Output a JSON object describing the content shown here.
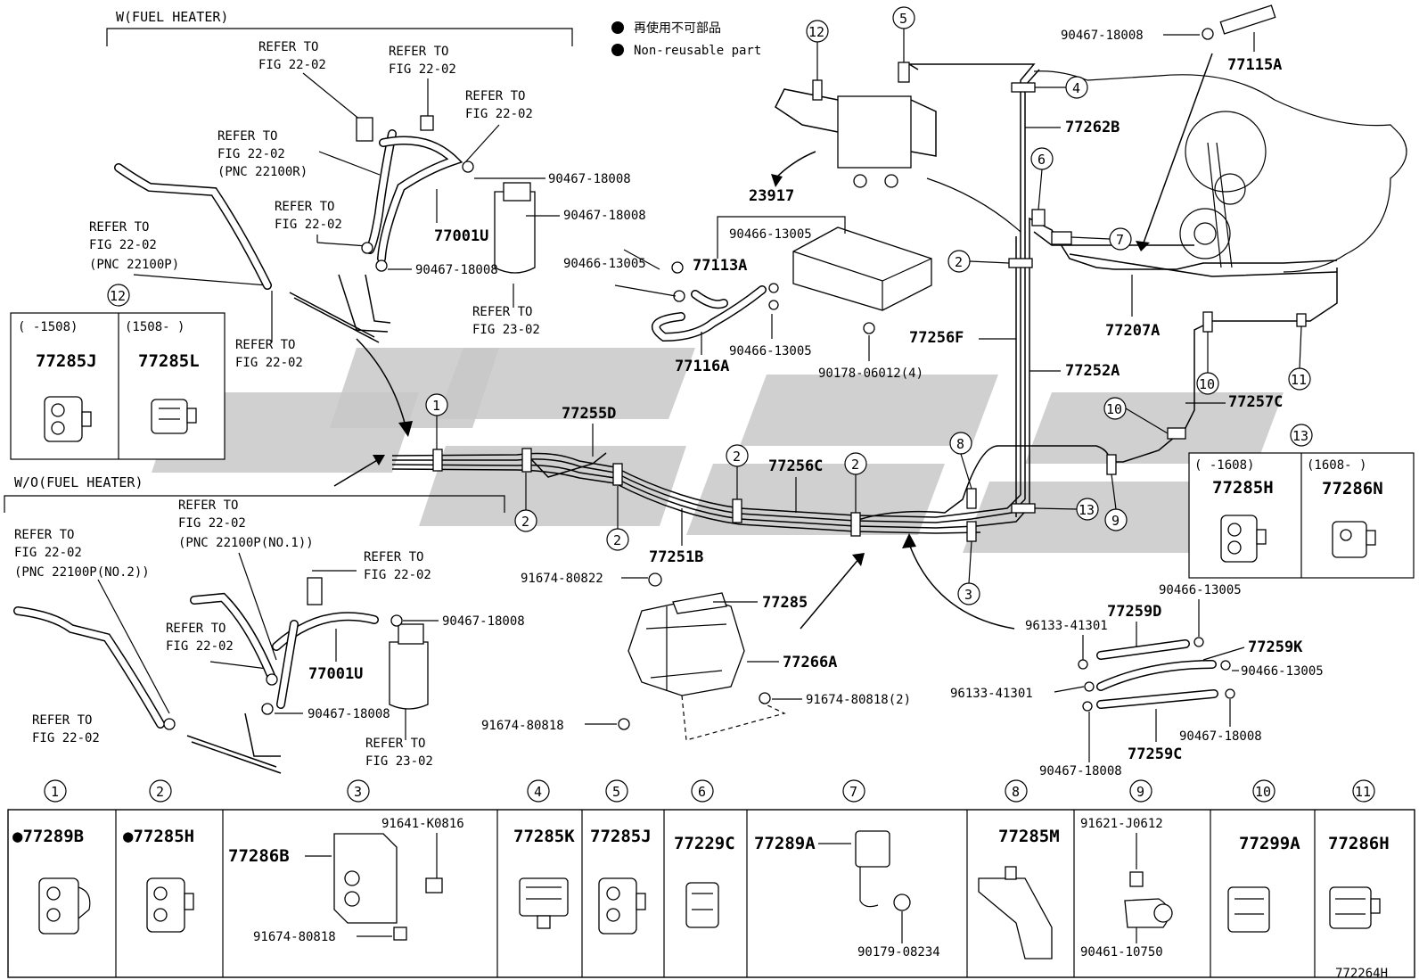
{
  "legend": {
    "jp": "再使用不可部品",
    "en": "Non-reusable part"
  },
  "sections": {
    "with_heater": "W(FUEL HEATER)",
    "without_heater": "W/O(FUEL HEATER)"
  },
  "refs": {
    "r1": [
      "REFER TO",
      "FIG 22-02"
    ],
    "r2": [
      "REFER TO",
      "FIG 22-02"
    ],
    "r3": [
      "REFER TO",
      "FIG 22-02"
    ],
    "r4": [
      "REFER TO",
      "FIG 22-02",
      "(PNC 22100R)"
    ],
    "r5": [
      "REFER TO",
      "FIG 22-02"
    ],
    "r6": [
      "REFER TO",
      "FIG 22-02",
      "(PNC 22100P)"
    ],
    "r7": [
      "REFER TO",
      "FIG 22-02"
    ],
    "r8": [
      "REFER TO",
      "FIG 23-02"
    ],
    "r9": [
      "REFER TO",
      "FIG 22-02",
      "(PNC 22100P(NO.1))"
    ],
    "r10": [
      "REFER TO",
      "FIG 22-02",
      "(PNC 22100P(NO.2))"
    ],
    "r11": [
      "REFER TO",
      "FIG 22-02"
    ],
    "r12": [
      "REFER TO",
      "FIG 22-02"
    ],
    "r13": [
      "REFER TO",
      "FIG 22-02"
    ],
    "r14": [
      "REFER TO",
      "FIG 23-02"
    ]
  },
  "labels": {
    "p90467a": "90467-18008",
    "p90467b": "90467-18008",
    "p90467c": "90467-18008",
    "p77001u_top": "77001U",
    "p77113a": "77113A",
    "p90466a": "90466-13005",
    "p90466b": "90466-13005",
    "p90466c": "90466-13005",
    "p23917": "23917",
    "p77116a": "77116A",
    "p90178": "90178-06012(4)",
    "p90467_top": "90467-18008",
    "p77115a": "77115A",
    "p77262b": "77262B",
    "p77207a": "77207A",
    "p77256f": "77256F",
    "p77252a": "77252A",
    "p77257c": "77257C",
    "p77255d": "77255D",
    "p77256c": "77256C",
    "p77251b": "77251B",
    "p91674_80822": "91674-80822",
    "p77285": "77285",
    "p77266a": "77266A",
    "p91674_80818_2": "91674-80818(2)",
    "p91674_80818": "91674-80818",
    "p90467_w1": "90467-18008",
    "p90467_w2": "90467-18008",
    "p77001u_low": "77001U",
    "p96133a": "96133-41301",
    "p96133b": "96133-41301",
    "p77259d": "77259D",
    "p90466_r1": "90466-13005",
    "p77259k": "77259K",
    "p90466_r2": "90466-13005",
    "p90467_r1": "90467-18008",
    "p90467_r2": "90467-18008",
    "p77259c": "77259C"
  },
  "callouts": [
    "1",
    "2",
    "3",
    "4",
    "5",
    "6",
    "7",
    "8",
    "9",
    "10",
    "11",
    "12",
    "13"
  ],
  "box12": {
    "num": "12",
    "col1": {
      "range": "(    -1508)",
      "part": "77285J"
    },
    "col2": {
      "range": "(1508-    )",
      "part": "77285L"
    }
  },
  "box13": {
    "num": "13",
    "col1": {
      "range": "(    -1608)",
      "part": "77285H"
    },
    "col2": {
      "range": "(1608-    )",
      "part": "77286N"
    }
  },
  "table": [
    {
      "num": "1",
      "part": "●77289B"
    },
    {
      "num": "2",
      "part": "●77285H"
    },
    {
      "num": "3",
      "part": "77286B",
      "sub1": "91641-K0816",
      "sub2": "91674-80818"
    },
    {
      "num": "4",
      "part": "77285K"
    },
    {
      "num": "5",
      "part": "77285J"
    },
    {
      "num": "6",
      "part": "77229C"
    },
    {
      "num": "7",
      "part": "77289A",
      "sub1": "90179-08234"
    },
    {
      "num": "8",
      "part": "77285M"
    },
    {
      "num": "9",
      "part": "",
      "sub1": "91621-J0612",
      "sub2": "90461-10750"
    },
    {
      "num": "10",
      "part": "77299A"
    },
    {
      "num": "11",
      "part": "77286H"
    }
  ],
  "figure_code": "772264H"
}
